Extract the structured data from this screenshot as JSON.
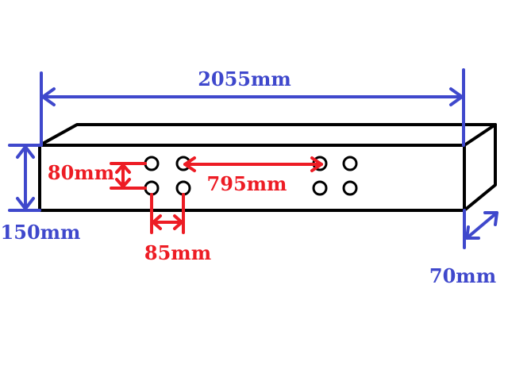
{
  "colors": {
    "outline": "#000000",
    "blue_dimension": "#3f48cc",
    "red_dimension": "#ed1c24",
    "background": "#ffffff"
  },
  "dimensions": {
    "length": "2055mm",
    "height": "150mm",
    "depth": "70mm",
    "hole_vertical_spacing": "80mm",
    "hole_horizontal_spacing": "85mm",
    "hole_group_spacing": "795mm"
  }
}
